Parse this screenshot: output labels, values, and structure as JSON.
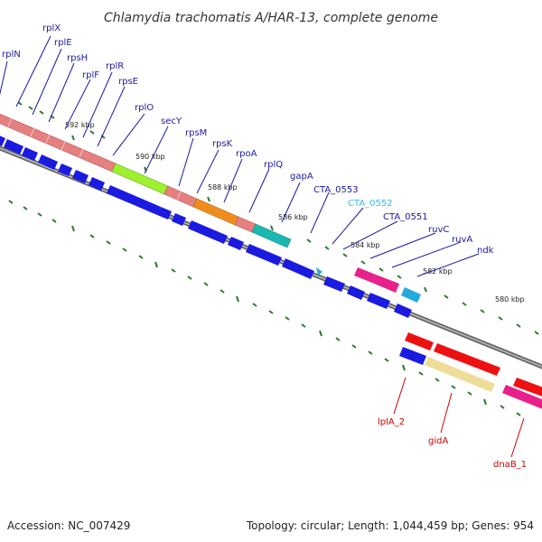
{
  "title": "Chlamydia trachomatis A/HAR-13, complete genome",
  "footer": {
    "accession": "Accession: NC_007429",
    "summary": "Topology: circular; Length: 1,044,459 bp; Genes: 954"
  },
  "colors": {
    "label_blue": "#1a1aa0",
    "label_red": "#cc0000",
    "label_cyan": "#33bbee",
    "backbone": "#777777",
    "tick_green": "#2a7a2a",
    "blue_arrow": "#1a1ae0"
  },
  "kbp_labels": [
    {
      "text": "592 kbp"
    },
    {
      "text": "590 kbp"
    },
    {
      "text": "588 kbp"
    },
    {
      "text": "586 kbp"
    },
    {
      "text": "584 kbp"
    },
    {
      "text": "582 kbp"
    },
    {
      "text": "580 kbp"
    }
  ],
  "gene_labels_top": [
    {
      "text": "rplX"
    },
    {
      "text": "rplN"
    },
    {
      "text": "rplE"
    },
    {
      "text": "rpsH"
    },
    {
      "text": "rplF"
    },
    {
      "text": "rplR"
    },
    {
      "text": "rpsE"
    },
    {
      "text": "rplO"
    },
    {
      "text": "secY"
    },
    {
      "text": "rpsM"
    },
    {
      "text": "rpsK"
    },
    {
      "text": "rpoA"
    },
    {
      "text": "rplQ"
    },
    {
      "text": "gapA"
    },
    {
      "text": "CTA_0553"
    },
    {
      "text": "CTA_0552"
    },
    {
      "text": "CTA_0551"
    },
    {
      "text": "ruvC"
    },
    {
      "text": "ruvA"
    },
    {
      "text": "ndk"
    }
  ],
  "gene_labels_bottom": [
    {
      "text": "lplA_2"
    },
    {
      "text": "gidA"
    },
    {
      "text": "dnaB_1"
    }
  ]
}
